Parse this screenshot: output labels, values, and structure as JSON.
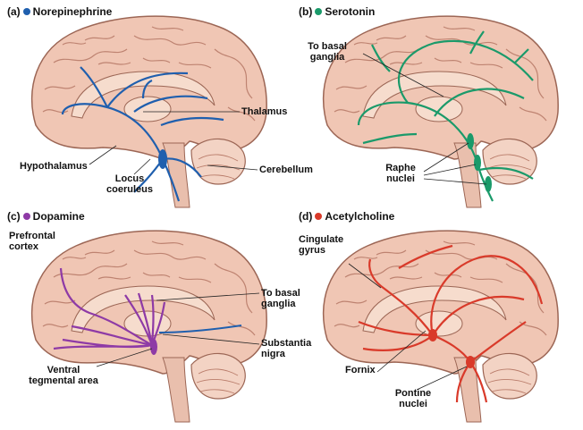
{
  "panels": [
    {
      "letter": "(a)",
      "transmitter": "Norepinephrine",
      "color": "#1f5fae",
      "labels": {
        "thalamus": "Thalamus",
        "hypothalamus": "Hypothalamus",
        "locus_1": "Locus",
        "locus_2": "coeruleus",
        "cerebellum": "Cerebellum"
      }
    },
    {
      "letter": "(b)",
      "transmitter": "Serotonin",
      "color": "#1a9a6a",
      "labels": {
        "basal_1": "To basal",
        "basal_2": "ganglia",
        "raphe_1": "Raphe",
        "raphe_2": "nuclei"
      }
    },
    {
      "letter": "(c)",
      "transmitter": "Dopamine",
      "color": "#8e3aa6",
      "labels": {
        "prefrontal_1": "Prefrontal",
        "prefrontal_2": "cortex",
        "basal_1": "To basal",
        "basal_2": "ganglia",
        "nigra_1": "Substantia",
        "nigra_2": "nigra",
        "vta_1": "Ventral",
        "vta_2": "tegmental area"
      }
    },
    {
      "letter": "(d)",
      "transmitter": "Acetylcholine",
      "color": "#d93a2a",
      "labels": {
        "cingulate_1": "Cingulate",
        "cingulate_2": "gyrus",
        "fornix": "Fornix",
        "pontine_1": "Pontine",
        "pontine_2": "nuclei"
      }
    }
  ],
  "colors": {
    "brain": "#f0c6b4",
    "gyri": "#b97c6a",
    "inner": "#f6dccd",
    "brainstem": "#e9bfad",
    "cerebellum": "#f3d3c4"
  }
}
